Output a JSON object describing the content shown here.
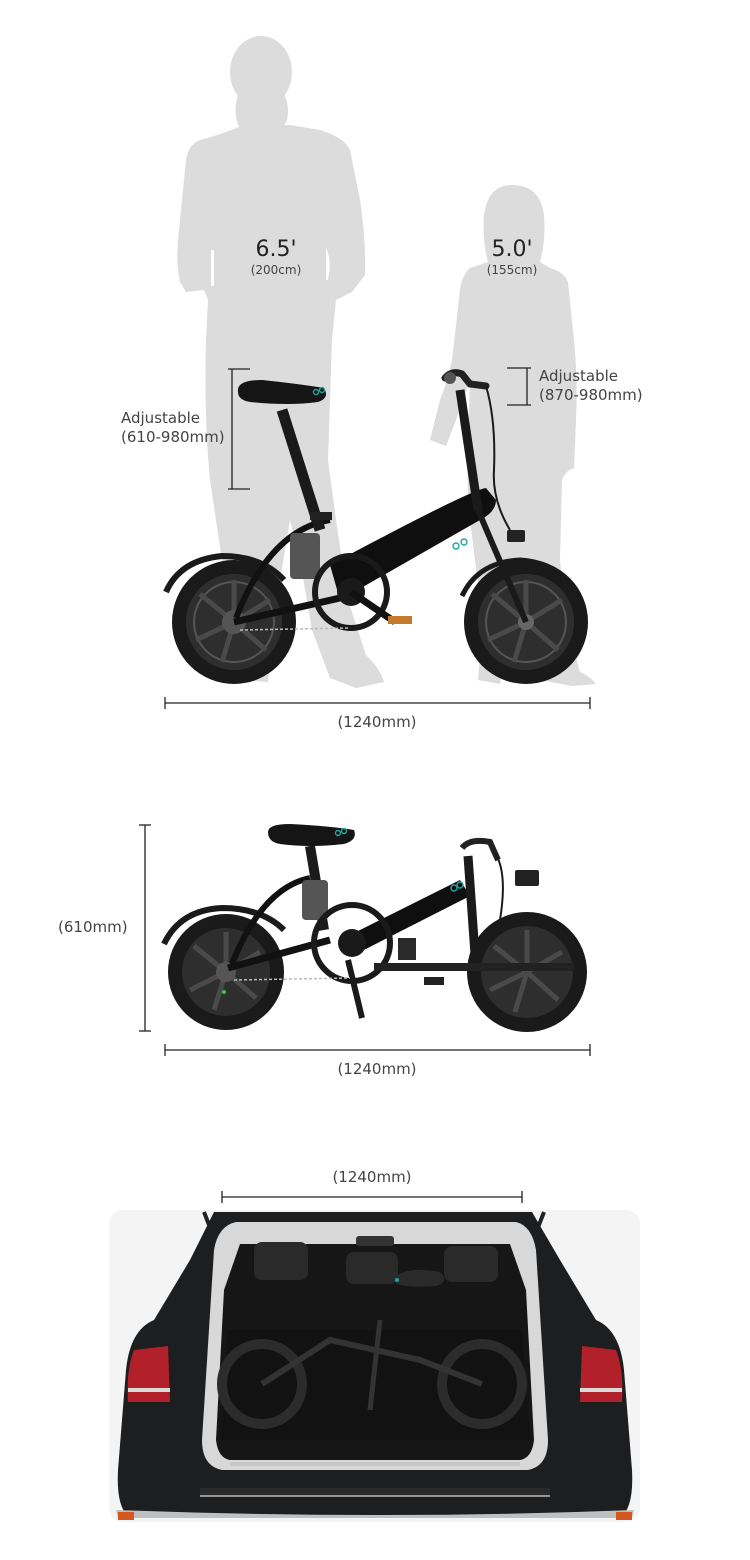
{
  "section_rider_heights": {
    "tall_rider": {
      "height_ft": "6.5'",
      "height_cm": "(200cm)"
    },
    "short_rider": {
      "height_ft": "5.0'",
      "height_cm": "(155cm)"
    },
    "saddle_adjust": {
      "label": "Adjustable",
      "range": "(610-980mm)"
    },
    "handlebar_adjust": {
      "label": "Adjustable",
      "range": "(870-980mm)"
    },
    "length": "(1240mm)"
  },
  "section_folded": {
    "height": "(610mm)",
    "length": "(1240mm)"
  },
  "section_car_trunk": {
    "length": "(1240mm)"
  },
  "colors": {
    "silhouette": "#dcdcdc",
    "bike_frame": "#111111",
    "accent_logo": "#1fa5a0",
    "dimension_line": "#222222",
    "car_body": "#1c1e20",
    "taillight": "#b2202a",
    "card_bg": "#f4f4f4"
  }
}
